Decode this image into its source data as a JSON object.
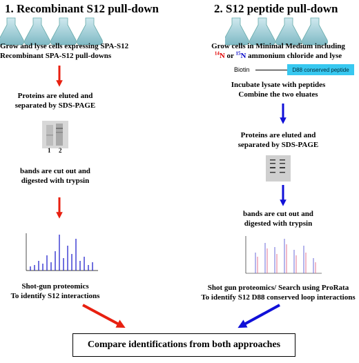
{
  "left": {
    "title": "1. Recombinant S12 pull-down",
    "step1_line1": "Grow and lyse cells expressing SPA-S12",
    "step1_line2": "Recombinant SPA-S12 pull-downs",
    "step2_line1": "Proteins are eluted and",
    "step2_line2": "separated by SDS-PAGE",
    "gel_lane1": "1",
    "gel_lane2": "2",
    "step3_line1": "bands are cut out and",
    "step3_line2": "digested with trypsin",
    "step4_line1": "Shot-gun proteomics",
    "step4_line2": "To identify S12 interactions"
  },
  "right": {
    "title": "2. S12 peptide pull-down",
    "step1_line1": "Grow cells in Minimal Medium including",
    "isotope_14": "14",
    "isotope_15": "15",
    "n_letter": "N",
    "or_text": " or ",
    "ammonium_text": " ammonium chloride and lyse",
    "biotin_label": "Biotin",
    "peptide_label": "D88 conserved peptide",
    "step2_line1": "Incubate lysate with peptides",
    "step2_line2": "Combine the two eluates",
    "step3_line1": "Proteins are eluted and",
    "step3_line2": "separated by SDS-PAGE",
    "step4_line1": "bands are cut out and",
    "step4_line2": "digested with trypsin",
    "step5_line1": "Shot gun proteomics/ Search using ProRata",
    "step5_line2": "To identify S12 D88 conserved loop interactions"
  },
  "conclusion": "Compare identifications from both approaches",
  "colors": {
    "left_arrow": "#e82010",
    "right_arrow": "#1010d8",
    "peptide_box": "#38c8f0"
  }
}
